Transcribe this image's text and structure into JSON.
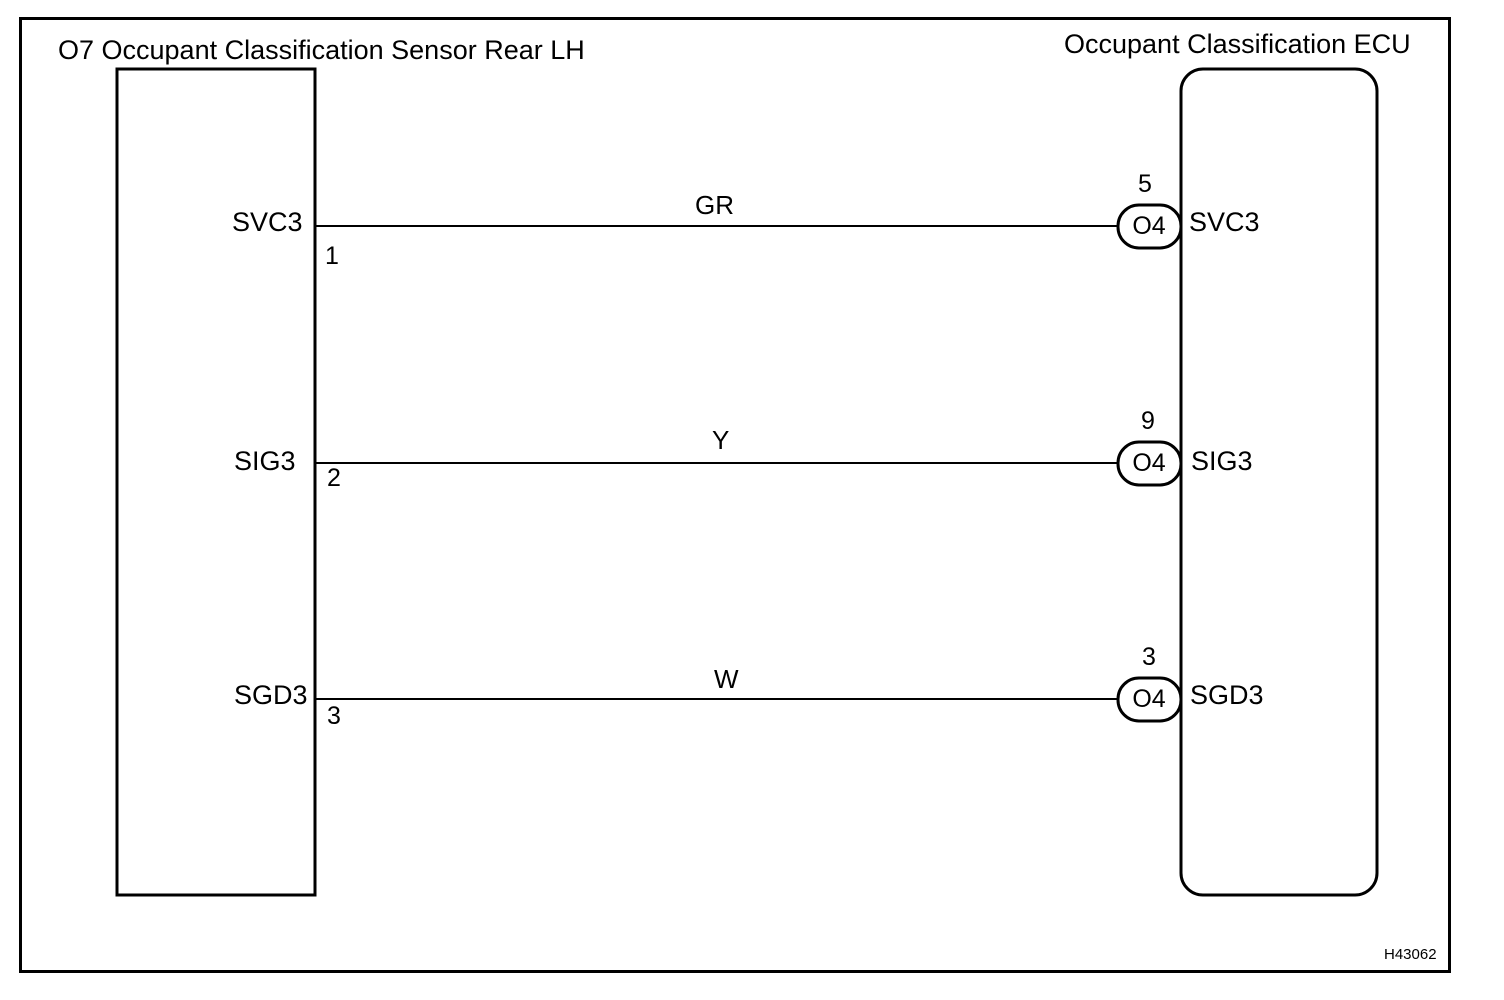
{
  "diagram": {
    "sensor": {
      "title": "O7 Occupant Classification Sensor Rear LH",
      "pins": [
        {
          "name": "SVC3",
          "number": "1"
        },
        {
          "name": "SIG3",
          "number": "2"
        },
        {
          "name": "SGD3",
          "number": "3"
        }
      ]
    },
    "ecu": {
      "title": "Occupant Classification ECU",
      "connector": "O4",
      "pins": [
        {
          "name": "SVC3",
          "number": "5"
        },
        {
          "name": "SIG3",
          "number": "9"
        },
        {
          "name": "SGD3",
          "number": "3"
        }
      ]
    },
    "wires": [
      {
        "color": "GR"
      },
      {
        "color": "Y"
      },
      {
        "color": "W"
      }
    ],
    "figure_id": "H43062"
  }
}
